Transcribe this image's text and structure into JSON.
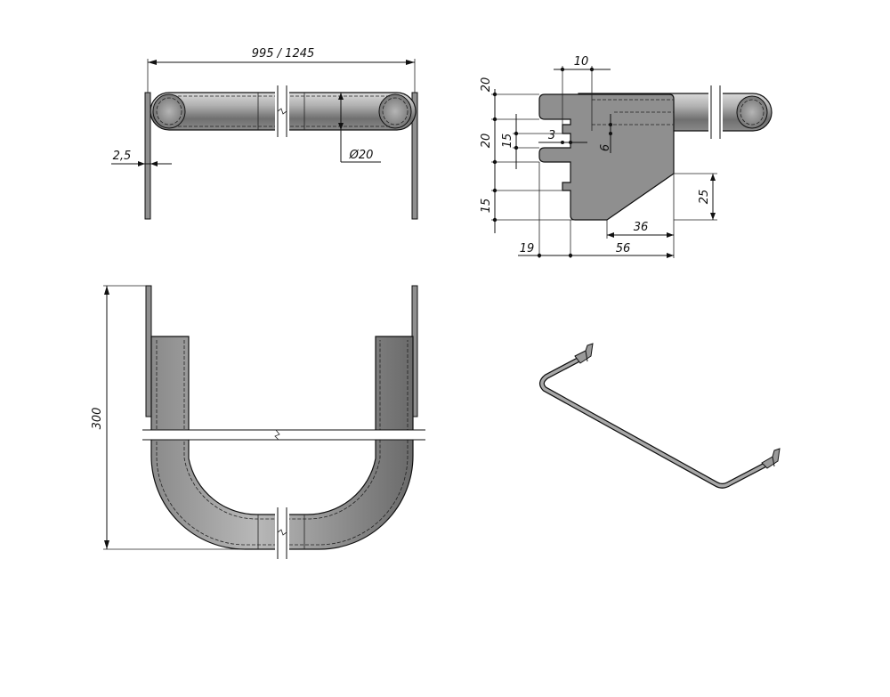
{
  "dimensions": {
    "overall_length": "995 / 1245",
    "plate_thickness": "2,5",
    "tube_diameter": "Ø20",
    "tube_diameter_symbol": "Ø",
    "tube_diameter_value": "20",
    "bracket_top_20": "20",
    "bracket_mid_20": "20",
    "bracket_15_left": "15",
    "bracket_15_bottom": "15",
    "bracket_10": "10",
    "bracket_3": "3",
    "bracket_6": "6",
    "bracket_25": "25",
    "bracket_36": "36",
    "bracket_19": "19",
    "bracket_56": "56",
    "depth_300": "300"
  },
  "colors": {
    "steel_fill": "#9d9d9d",
    "plate_fill": "#8f8f8f",
    "outline": "#111111"
  }
}
